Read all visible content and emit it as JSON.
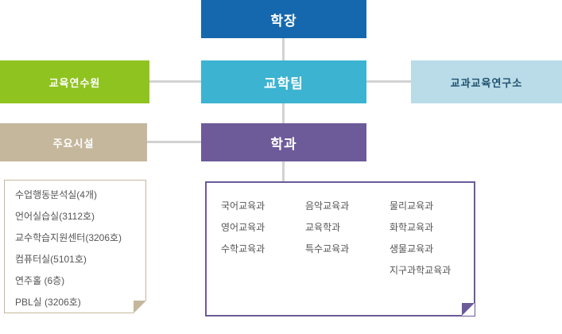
{
  "org_chart": {
    "dean": {
      "label": "학장"
    },
    "academic_team": {
      "label": "교학팀"
    },
    "training_center": {
      "label": "교육연수원"
    },
    "research_institute": {
      "label": "교과교육연구소"
    },
    "departments": {
      "label": "학과"
    },
    "facilities": {
      "label": "주요시설"
    },
    "facilities_items": [
      "수업행동분석실(4개)",
      "언어실습실(3112호)",
      "교수학습지원센터(3206호)",
      "컴퓨터실(5101호)",
      "연주홀 (6층)",
      "PBL실 (3206호)"
    ],
    "department_columns": [
      [
        "국어교육과",
        "영어교육과",
        "수학교육과"
      ],
      [
        "음악교육과",
        "교육학과",
        "특수교육과"
      ],
      [
        "물리교육과",
        "화학교육과",
        "생물교육과",
        "지구과학교육과"
      ]
    ],
    "colors": {
      "dean": "#1568ad",
      "academic_team": "#3cb3d1",
      "training_center": "#8fc31f",
      "research_institute_bg": "#b9dce8",
      "research_institute_text": "#1f4f6e",
      "departments": "#6c5a99",
      "facilities": "#c5b79c",
      "connector": "#d2d2d2"
    }
  }
}
